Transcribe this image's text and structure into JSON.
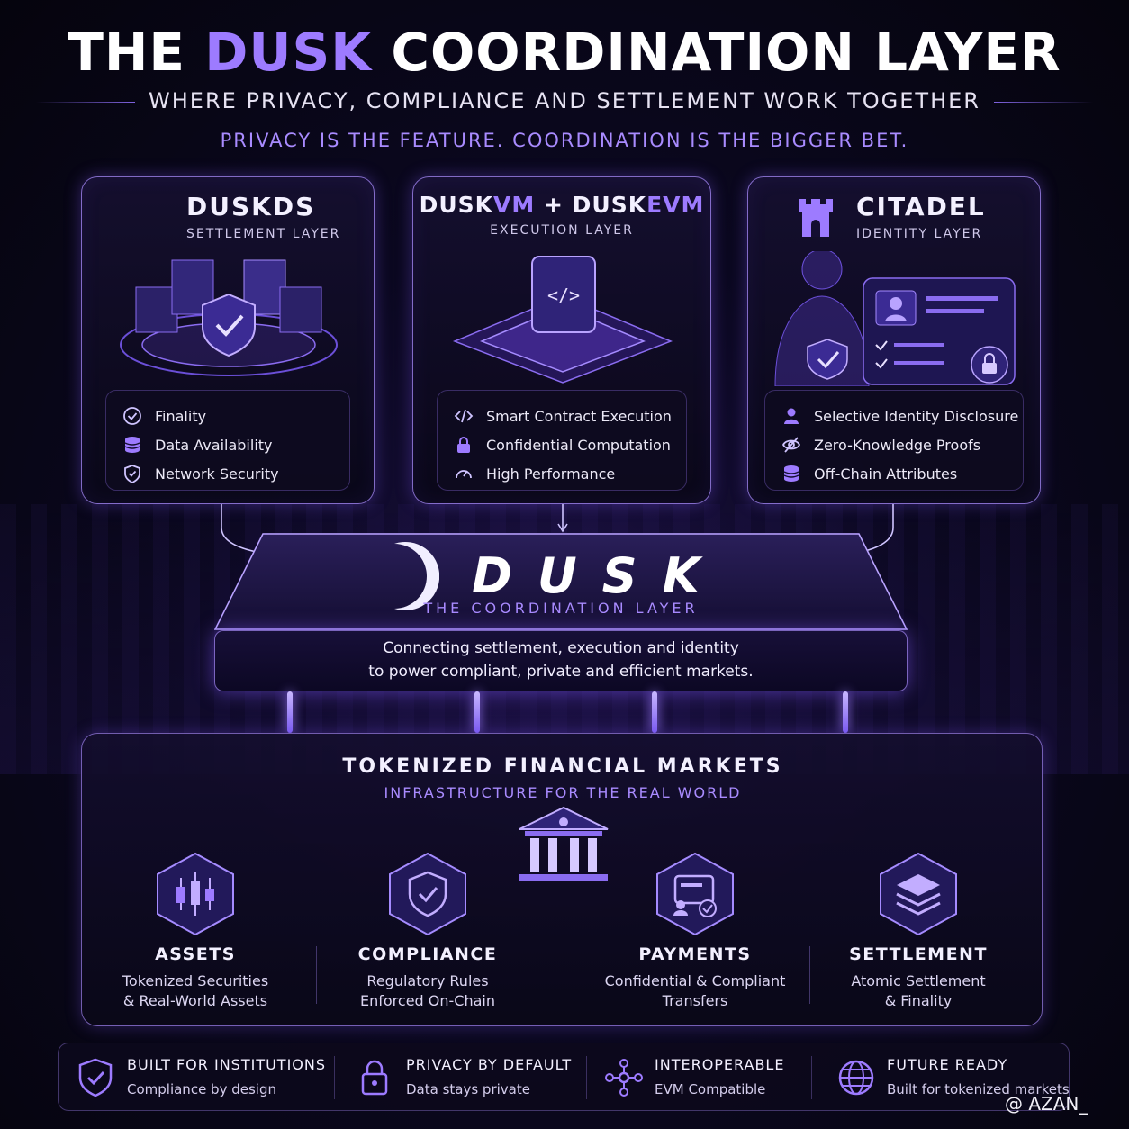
{
  "header": {
    "title_prefix": "THE",
    "title_accent": "DUSK",
    "title_suffix": "COORDINATION LAYER",
    "subtitle": "WHERE PRIVACY, COMPLIANCE AND SETTLEMENT WORK TOGETHER",
    "tagline": "PRIVACY IS THE FEATURE. COORDINATION IS THE BIGGER BET."
  },
  "cards": [
    {
      "title": "DUSKDS",
      "subtitle": "SETTLEMENT LAYER",
      "icon": "crescent-moon-icon",
      "features": [
        {
          "label": "Finality",
          "icon": "check-circle-icon"
        },
        {
          "label": "Data Availability",
          "icon": "database-icon"
        },
        {
          "label": "Network Security",
          "icon": "shield-check-icon"
        }
      ]
    },
    {
      "title_parts": [
        "DUSK",
        "VM",
        " + ",
        "DUSK",
        "EVM"
      ],
      "subtitle": "EXECUTION LAYER",
      "features": [
        {
          "label": "Smart Contract Execution",
          "icon": "code-icon"
        },
        {
          "label": "Confidential Computation",
          "icon": "lock-icon"
        },
        {
          "label": "High Performance",
          "icon": "gauge-icon"
        }
      ]
    },
    {
      "title": "CITADEL",
      "subtitle": "IDENTITY LAYER",
      "icon": "castle-icon",
      "features": [
        {
          "label": "Selective Identity Disclosure",
          "icon": "user-icon"
        },
        {
          "label": "Zero-Knowledge Proofs",
          "icon": "eye-off-icon"
        },
        {
          "label": "Off-Chain Attributes",
          "icon": "database-icon"
        }
      ]
    }
  ],
  "core": {
    "name": "DUSK",
    "subtitle": "THE COORDINATION LAYER",
    "description_line1": "Connecting settlement, execution and identity",
    "description_line2": "to power compliant, private and efficient markets."
  },
  "markets": {
    "title": "TOKENIZED FINANCIAL MARKETS",
    "subtitle": "INFRASTRUCTURE FOR THE REAL WORLD",
    "columns": [
      {
        "title": "ASSETS",
        "line1": "Tokenized Securities",
        "line2": "& Real-World Assets",
        "icon": "candlestick-icon"
      },
      {
        "title": "COMPLIANCE",
        "line1": "Regulatory Rules",
        "line2": "Enforced On-Chain",
        "icon": "shield-check-icon"
      },
      {
        "title": "PAYMENTS",
        "line1": "Confidential & Compliant",
        "line2": "Transfers",
        "icon": "payment-card-icon"
      },
      {
        "title": "SETTLEMENT",
        "line1": "Atomic Settlement",
        "line2": "& Finality",
        "icon": "layers-icon"
      }
    ]
  },
  "footer": [
    {
      "title": "BUILT FOR INSTITUTIONS",
      "desc": "Compliance by design",
      "icon": "shield-check-icon"
    },
    {
      "title": "PRIVACY BY DEFAULT",
      "desc": "Data stays private",
      "icon": "lock-icon"
    },
    {
      "title": "INTEROPERABLE",
      "desc": "EVM Compatible",
      "icon": "network-icon"
    },
    {
      "title": "FUTURE READY",
      "desc": "Built for tokenized markets",
      "icon": "globe-icon"
    }
  ],
  "watermark": "@ AZAN_",
  "colors": {
    "accent": "#9d7bff",
    "background": "#05040d",
    "border": "#aa8cff"
  }
}
